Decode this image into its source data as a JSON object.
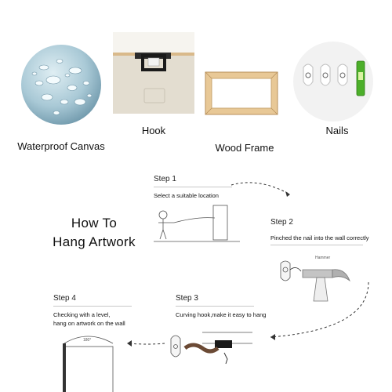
{
  "features": [
    {
      "label": "Waterproof Canvas",
      "icon": "water-droplets-icon"
    },
    {
      "label": "Hook",
      "icon": "hook-icon"
    },
    {
      "label": "Wood Frame",
      "icon": "wood-frame-icon"
    },
    {
      "label": "Nails",
      "icon": "nails-icon"
    }
  ],
  "headline": {
    "line1": "How To",
    "line2": "Hang Artwork"
  },
  "steps": [
    {
      "title": "Step 1",
      "desc": "Select a suitable location"
    },
    {
      "title": "Step 2",
      "desc": "Pinched the nail into the wall correctly"
    },
    {
      "title": "Step 3",
      "desc": "Curving hook,make it easy to hang"
    },
    {
      "title": "Step 4",
      "desc_line1": "Checking with a level,",
      "desc_line2": "hang on artwork on the wall"
    }
  ],
  "annotations": {
    "hammer": "Hammer",
    "angle": "180°"
  },
  "colors": {
    "wood": "#d9b98a",
    "hook_black": "#1a1a1a",
    "level_green": "#4caf2a",
    "water_blue": "#8fb7c9",
    "dashed_line": "#333333"
  }
}
